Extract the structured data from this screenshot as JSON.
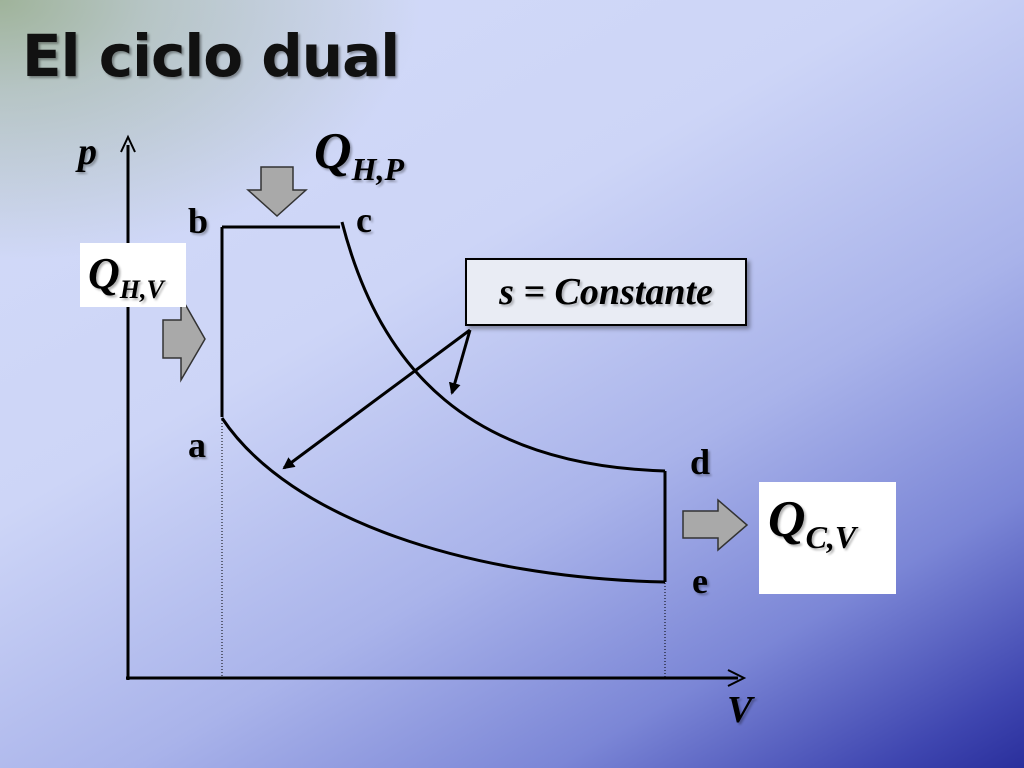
{
  "title": "El ciclo dual",
  "axes": {
    "y_label": "p",
    "x_label": "V"
  },
  "points": {
    "a": "a",
    "b": "b",
    "c": "c",
    "d": "d",
    "e": "e"
  },
  "heat": {
    "hp_main": "Q",
    "hp_sub": "H,P",
    "hv_main": "Q",
    "hv_sub": "H,V",
    "cv_main": "Q",
    "cv_sub": "C,V"
  },
  "isentropic_label": "s = Constante",
  "colors": {
    "arrow_fill": "#a9a9a9",
    "curve": "#000000"
  }
}
